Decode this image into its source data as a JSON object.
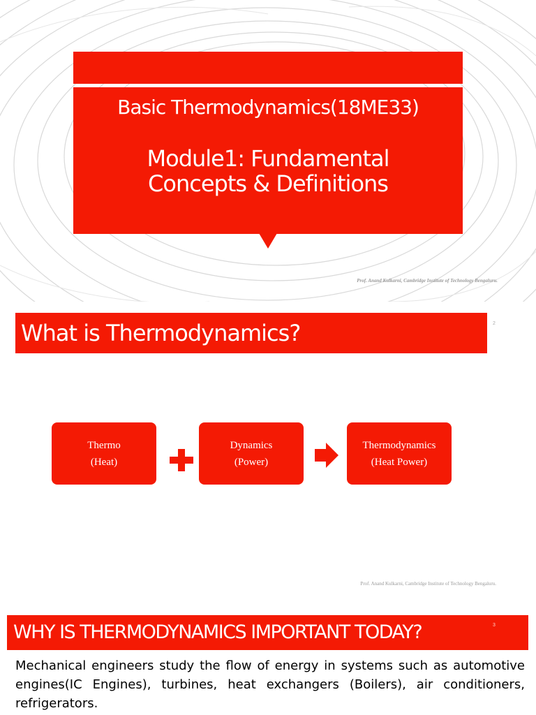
{
  "slide1": {
    "course_title": "Basic Thermodynamics(18ME33)",
    "module_title_line1": "Module1: Fundamental",
    "module_title_line2": "Concepts & Definitions",
    "footer": "Prof. Anand Kulkarni, Cambridge Institute of Technology Bengaluru."
  },
  "slide2": {
    "heading": "What is Thermodynamics?",
    "slide_number": "2",
    "boxes": [
      {
        "line1": "Thermo",
        "line2": "(Heat)"
      },
      {
        "line1": "Dynamics",
        "line2": "(Power)"
      },
      {
        "line1": "Thermodynamics",
        "line2": "(Heat Power)"
      }
    ],
    "operators": [
      "plus-icon",
      "right-arrow-icon"
    ],
    "footer": "Prof. Anand Kulkarni, Cambridge Institute of Technology Bengaluru."
  },
  "slide3": {
    "heading": "WHY IS THERMODYNAMICS IMPORTANT TODAY?",
    "slide_number": "3",
    "body": "Mechanical engineers study the flow of energy in systems such as automotive engines(IC Engines), turbines, heat exchangers (Boilers), air conditioners, refrigerators."
  },
  "colors": {
    "accent": "#f41a04",
    "footer_text": "#9a9a9a"
  }
}
